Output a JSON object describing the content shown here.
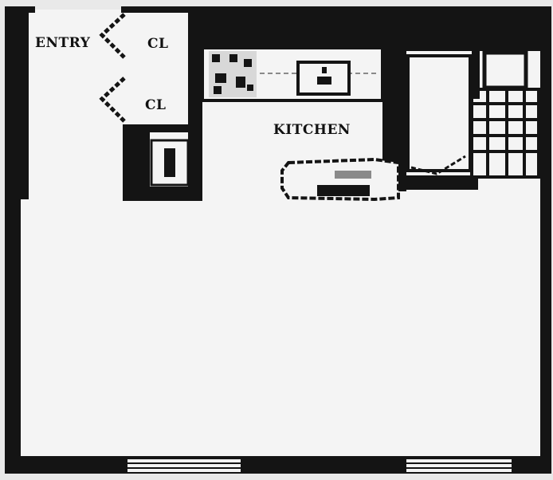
{
  "labels": {
    "entry": "ENTRY",
    "closet_upper": "CL",
    "closet_lower": "CL",
    "kitchen": "KITCHEN"
  },
  "colors": {
    "wall": "#141414",
    "floor": "#f4f4f4",
    "paper": "#e9e9e9",
    "fixture_gray": "#8a8a8a"
  }
}
